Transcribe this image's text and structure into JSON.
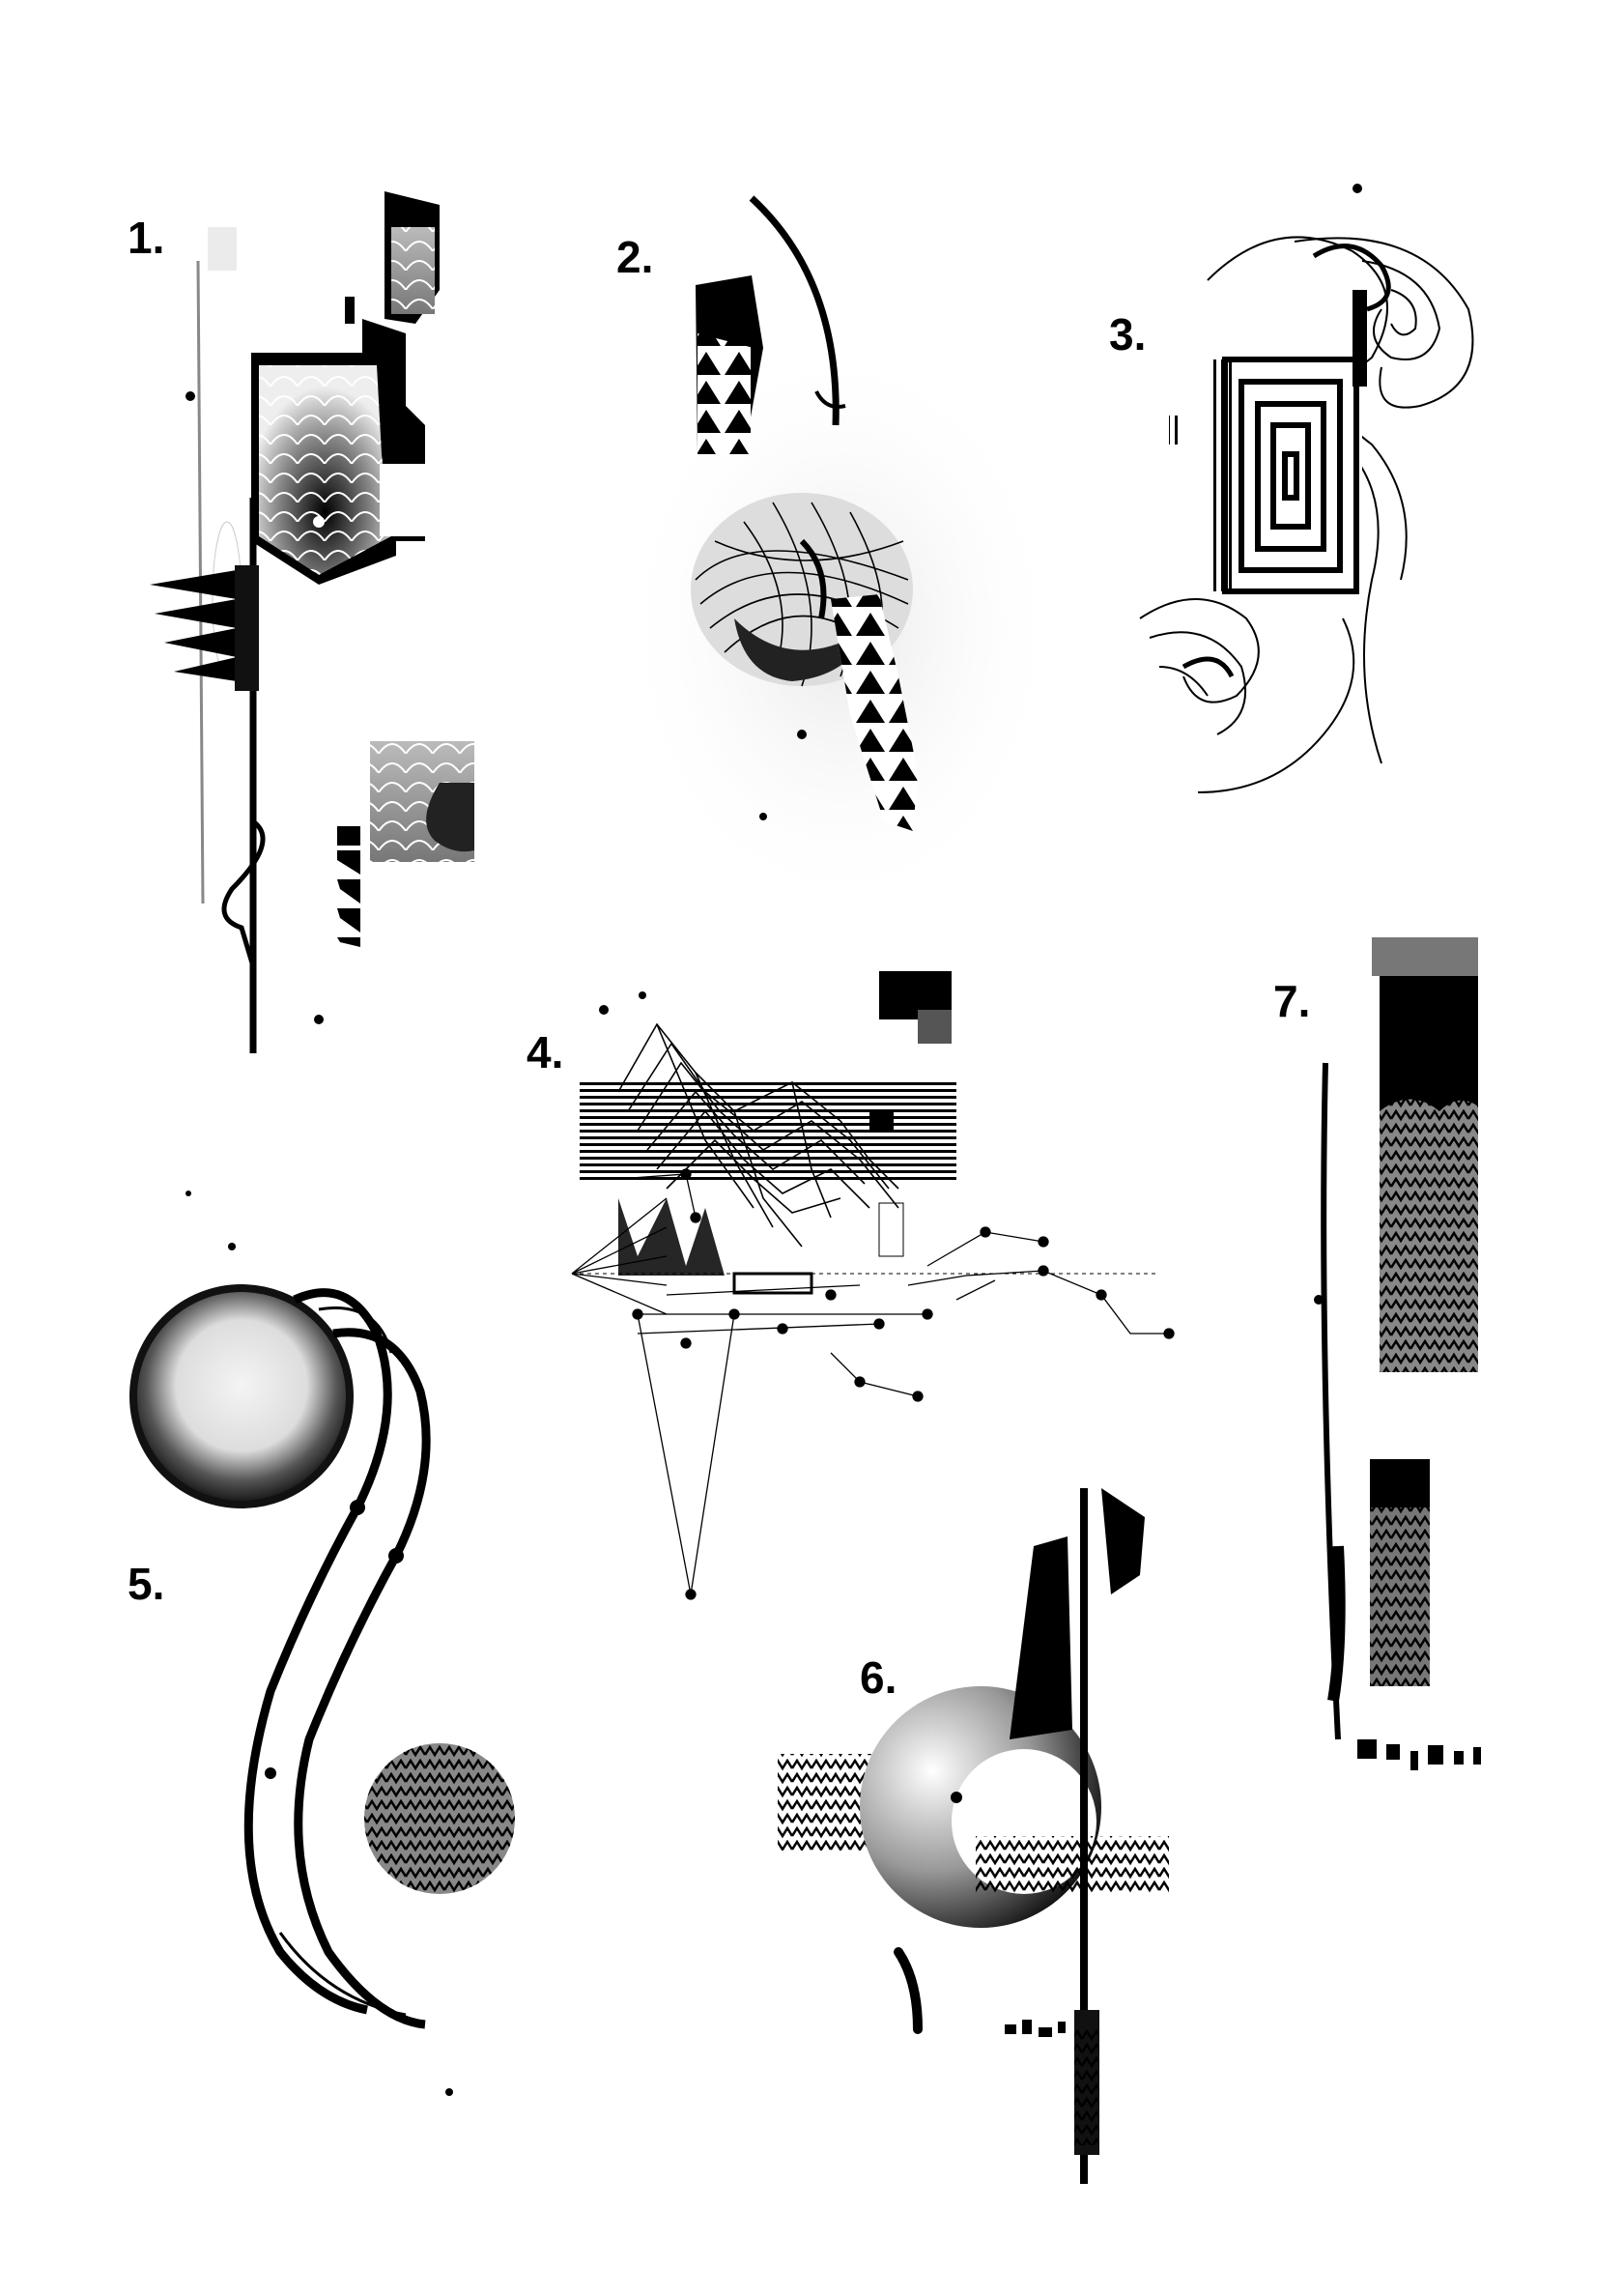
{
  "sheet": {
    "background": "#ffffff",
    "ink": "#000000",
    "pieces": [
      {
        "label": "1."
      },
      {
        "label": "2."
      },
      {
        "label": "3."
      },
      {
        "label": "4."
      },
      {
        "label": "5."
      },
      {
        "label": "6."
      },
      {
        "label": "7."
      }
    ]
  }
}
